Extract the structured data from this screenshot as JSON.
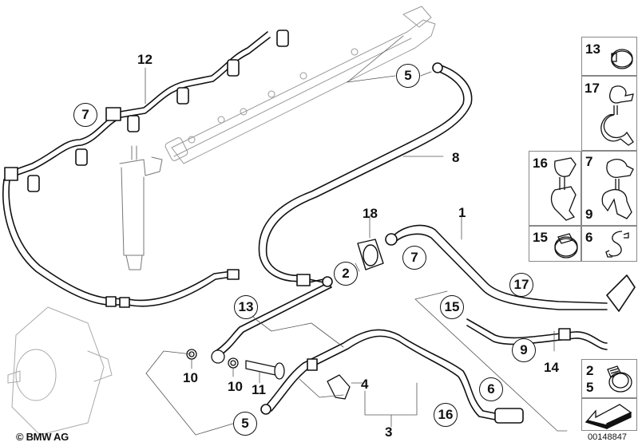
{
  "diagram": {
    "title": "Fuel line / leak-off hose assembly exploded view",
    "callouts": [
      {
        "id": "label-12",
        "text": "12",
        "style": "plain"
      },
      {
        "id": "label-7-harness",
        "text": "7",
        "style": "circled"
      },
      {
        "id": "label-5-top",
        "text": "5",
        "style": "circled"
      },
      {
        "id": "label-8",
        "text": "8",
        "style": "plain"
      },
      {
        "id": "label-18",
        "text": "18",
        "style": "plain"
      },
      {
        "id": "label-1",
        "text": "1",
        "style": "plain"
      },
      {
        "id": "label-2",
        "text": "2",
        "style": "circled"
      },
      {
        "id": "label-7-mid",
        "text": "7",
        "style": "circled"
      },
      {
        "id": "label-17",
        "text": "17",
        "style": "circled"
      },
      {
        "id": "label-13",
        "text": "13",
        "style": "circled"
      },
      {
        "id": "label-15",
        "text": "15",
        "style": "circled"
      },
      {
        "id": "label-9",
        "text": "9",
        "style": "circled"
      },
      {
        "id": "label-14",
        "text": "14",
        "style": "plain"
      },
      {
        "id": "label-10-a",
        "text": "10",
        "style": "plain"
      },
      {
        "id": "label-10-b",
        "text": "10",
        "style": "plain"
      },
      {
        "id": "label-11",
        "text": "11",
        "style": "plain"
      },
      {
        "id": "label-4",
        "text": "4",
        "style": "plain"
      },
      {
        "id": "label-3",
        "text": "3",
        "style": "plain"
      },
      {
        "id": "label-6",
        "text": "6",
        "style": "circled"
      },
      {
        "id": "label-16",
        "text": "16",
        "style": "circled"
      },
      {
        "id": "label-5-bottom",
        "text": "5",
        "style": "circled"
      }
    ],
    "legend_cells": [
      {
        "name": "clamp-13",
        "numbers": [
          "13"
        ],
        "icon": "spring-band-clamp-icon"
      },
      {
        "name": "clip-17",
        "numbers": [
          "17"
        ],
        "icon": "double-hose-clip-icon"
      },
      {
        "name": "clip-16",
        "numbers": [
          "16"
        ],
        "icon": "double-hose-clip-icon"
      },
      {
        "name": "clip-7-9",
        "numbers": [
          "7",
          "9"
        ],
        "icon": "double-hose-clip-icon"
      },
      {
        "name": "clamp-15",
        "numbers": [
          "15"
        ],
        "icon": "hose-clamp-icon"
      },
      {
        "name": "clip-6",
        "numbers": [
          "6"
        ],
        "icon": "s-clip-icon"
      },
      {
        "name": "clamp-2-5",
        "numbers": [
          "2",
          "5"
        ],
        "icon": "worm-drive-clamp-icon"
      },
      {
        "name": "orientation",
        "numbers": [],
        "icon": "direction-arrow-icon"
      }
    ],
    "copyright": "© BMW AG",
    "image_number": "00148847"
  }
}
